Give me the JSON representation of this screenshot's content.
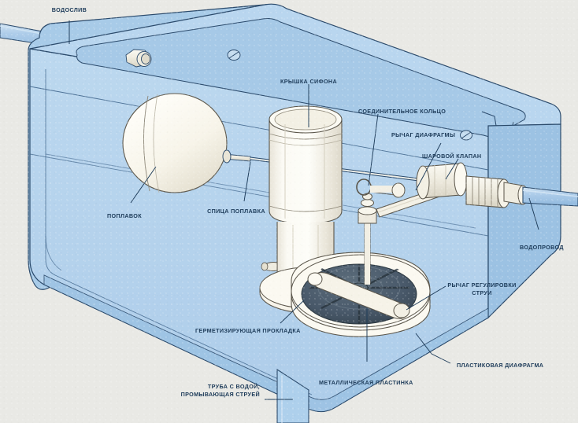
{
  "diagram": {
    "title": "Cutaway diagram of a toilet cistern (flush tank) interior",
    "language": "ru",
    "background_color": "#e9e9e5",
    "water_color": "#b7d4ec",
    "tank_wall_color": "#a8cbe8",
    "outline_color": "#2b4a6b",
    "component_fill": "#f6f4ec",
    "diaphragm_color": "#4a5a68",
    "label_color": "#1d3b59"
  },
  "labels": {
    "overflow": "ВОДОСЛИВ",
    "siphon_cap": "КРЫШКА СИФОНА",
    "connecting_ring": "СОЕДИНИТЕЛЬНОЕ КОЛЬЦО",
    "diaphragm_lever": "РЫЧАГ ДИАФРАГМЫ",
    "ball_valve": "ШАРОВОЙ КЛАПАН",
    "water_supply": "ВОДОПРОВОД",
    "float": "ПОПЛАВОК",
    "float_rod": "СПИЦА ПОПЛАВКА",
    "jet_adjust_lever_line1": "РЫЧАГ РЕГУЛИРОВКИ",
    "jet_adjust_lever_line2": "СТРУИ",
    "sealing_gasket": "ГЕРМЕТИЗИРУЮЩАЯ ПРОКЛАДКА",
    "metal_plate": "МЕТАЛЛИЧЕСКАЯ ПЛАСТИНКА",
    "plastic_diaphragm": "ПЛАСТИКОВАЯ ДИАФРАГМА",
    "flush_pipe_line1": "ТРУБА С ВОДОЙ,",
    "flush_pipe_line2": "ПРОМЫВАЮЩАЯ СТРУЕЙ"
  }
}
